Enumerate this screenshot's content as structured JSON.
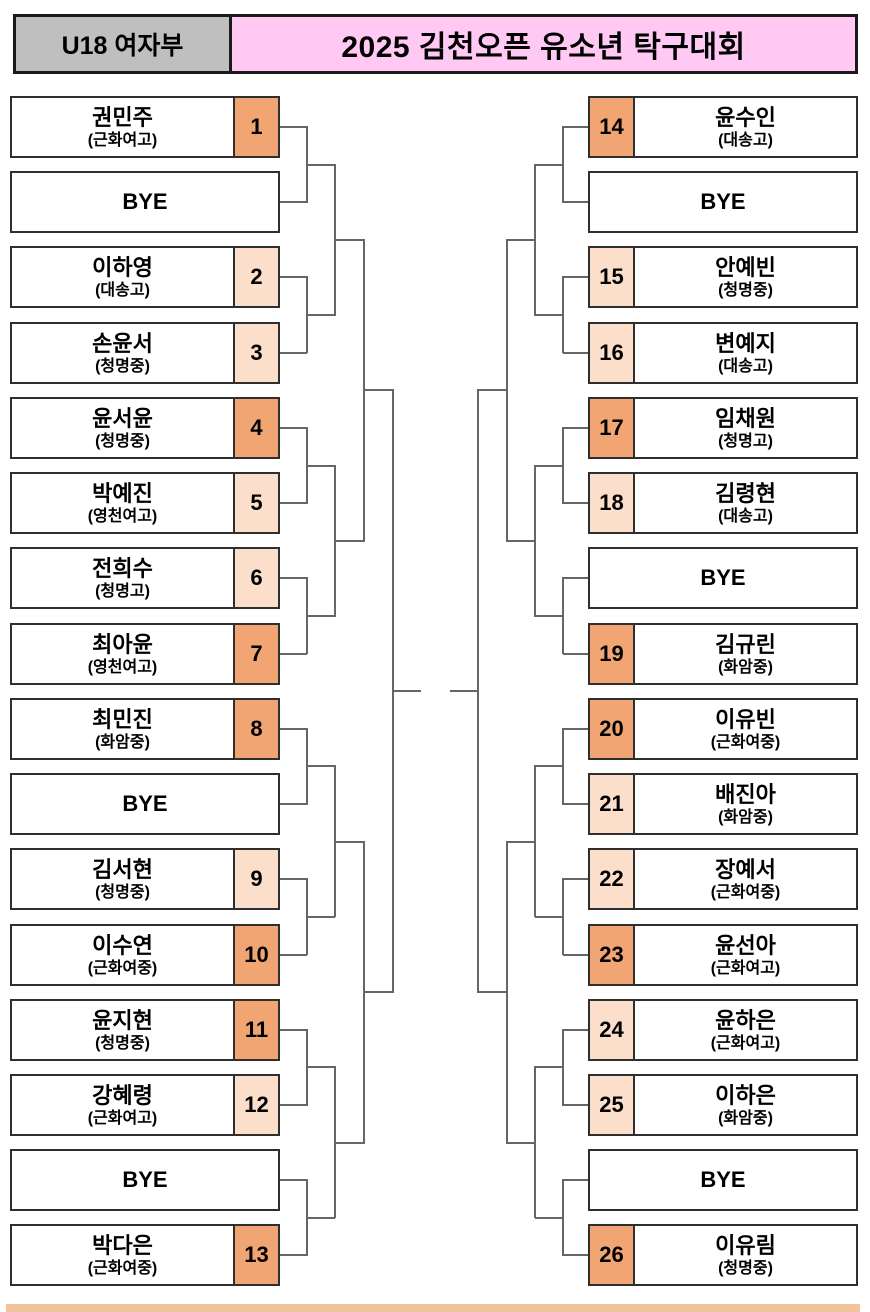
{
  "header": {
    "division": "U18 여자부",
    "title": "2025 김천오픈 유소년 탁구대회"
  },
  "bye_label": "BYE",
  "colors": {
    "header_division_bg": "#BFBFBF",
    "header_title_bg": "#FFC9F3",
    "seed_strong": "#F0A573",
    "seed_light": "#FBDFCB",
    "line": "#666666",
    "box_border": "#2F2F2F",
    "bottom_strip": "#F2C49E"
  },
  "left": {
    "slots": [
      {
        "name": "권민주",
        "school": "(근화여고)",
        "seed": "1",
        "tone": "strong"
      },
      {
        "name": "BYE",
        "bye": true
      },
      {
        "name": "이하영",
        "school": "(대송고)",
        "seed": "2",
        "tone": "light"
      },
      {
        "name": "손윤서",
        "school": "(청명중)",
        "seed": "3",
        "tone": "light"
      },
      {
        "name": "윤서윤",
        "school": "(청명중)",
        "seed": "4",
        "tone": "strong"
      },
      {
        "name": "박예진",
        "school": "(영천여고)",
        "seed": "5",
        "tone": "light"
      },
      {
        "name": "전희수",
        "school": "(청명고)",
        "seed": "6",
        "tone": "light"
      },
      {
        "name": "최아윤",
        "school": "(영천여고)",
        "seed": "7",
        "tone": "strong"
      },
      {
        "name": "최민진",
        "school": "(화암중)",
        "seed": "8",
        "tone": "strong"
      },
      {
        "name": "BYE",
        "bye": true
      },
      {
        "name": "김서현",
        "school": "(청명중)",
        "seed": "9",
        "tone": "light"
      },
      {
        "name": "이수연",
        "school": "(근화여중)",
        "seed": "10",
        "tone": "strong"
      },
      {
        "name": "윤지현",
        "school": "(청명중)",
        "seed": "11",
        "tone": "strong"
      },
      {
        "name": "강혜령",
        "school": "(근화여고)",
        "seed": "12",
        "tone": "light"
      },
      {
        "name": "BYE",
        "bye": true
      },
      {
        "name": "박다은",
        "school": "(근화여중)",
        "seed": "13",
        "tone": "strong"
      }
    ]
  },
  "right": {
    "slots": [
      {
        "name": "윤수인",
        "school": "(대송고)",
        "seed": "14",
        "tone": "strong"
      },
      {
        "name": "BYE",
        "bye": true
      },
      {
        "name": "안예빈",
        "school": "(청명중)",
        "seed": "15",
        "tone": "light"
      },
      {
        "name": "변예지",
        "school": "(대송고)",
        "seed": "16",
        "tone": "light"
      },
      {
        "name": "임채원",
        "school": "(청명고)",
        "seed": "17",
        "tone": "strong"
      },
      {
        "name": "김령현",
        "school": "(대송고)",
        "seed": "18",
        "tone": "light"
      },
      {
        "name": "BYE",
        "bye": true
      },
      {
        "name": "김규린",
        "school": "(화암중)",
        "seed": "19",
        "tone": "strong"
      },
      {
        "name": "이유빈",
        "school": "(근화여중)",
        "seed": "20",
        "tone": "strong"
      },
      {
        "name": "배진아",
        "school": "(화암중)",
        "seed": "21",
        "tone": "light"
      },
      {
        "name": "장예서",
        "school": "(근화여중)",
        "seed": "22",
        "tone": "light"
      },
      {
        "name": "윤선아",
        "school": "(근화여고)",
        "seed": "23",
        "tone": "strong"
      },
      {
        "name": "윤하은",
        "school": "(근화여고)",
        "seed": "24",
        "tone": "light"
      },
      {
        "name": "이하은",
        "school": "(화암중)",
        "seed": "25",
        "tone": "light"
      },
      {
        "name": "BYE",
        "bye": true
      },
      {
        "name": "이유림",
        "school": "(청명중)",
        "seed": "26",
        "tone": "strong"
      }
    ]
  }
}
